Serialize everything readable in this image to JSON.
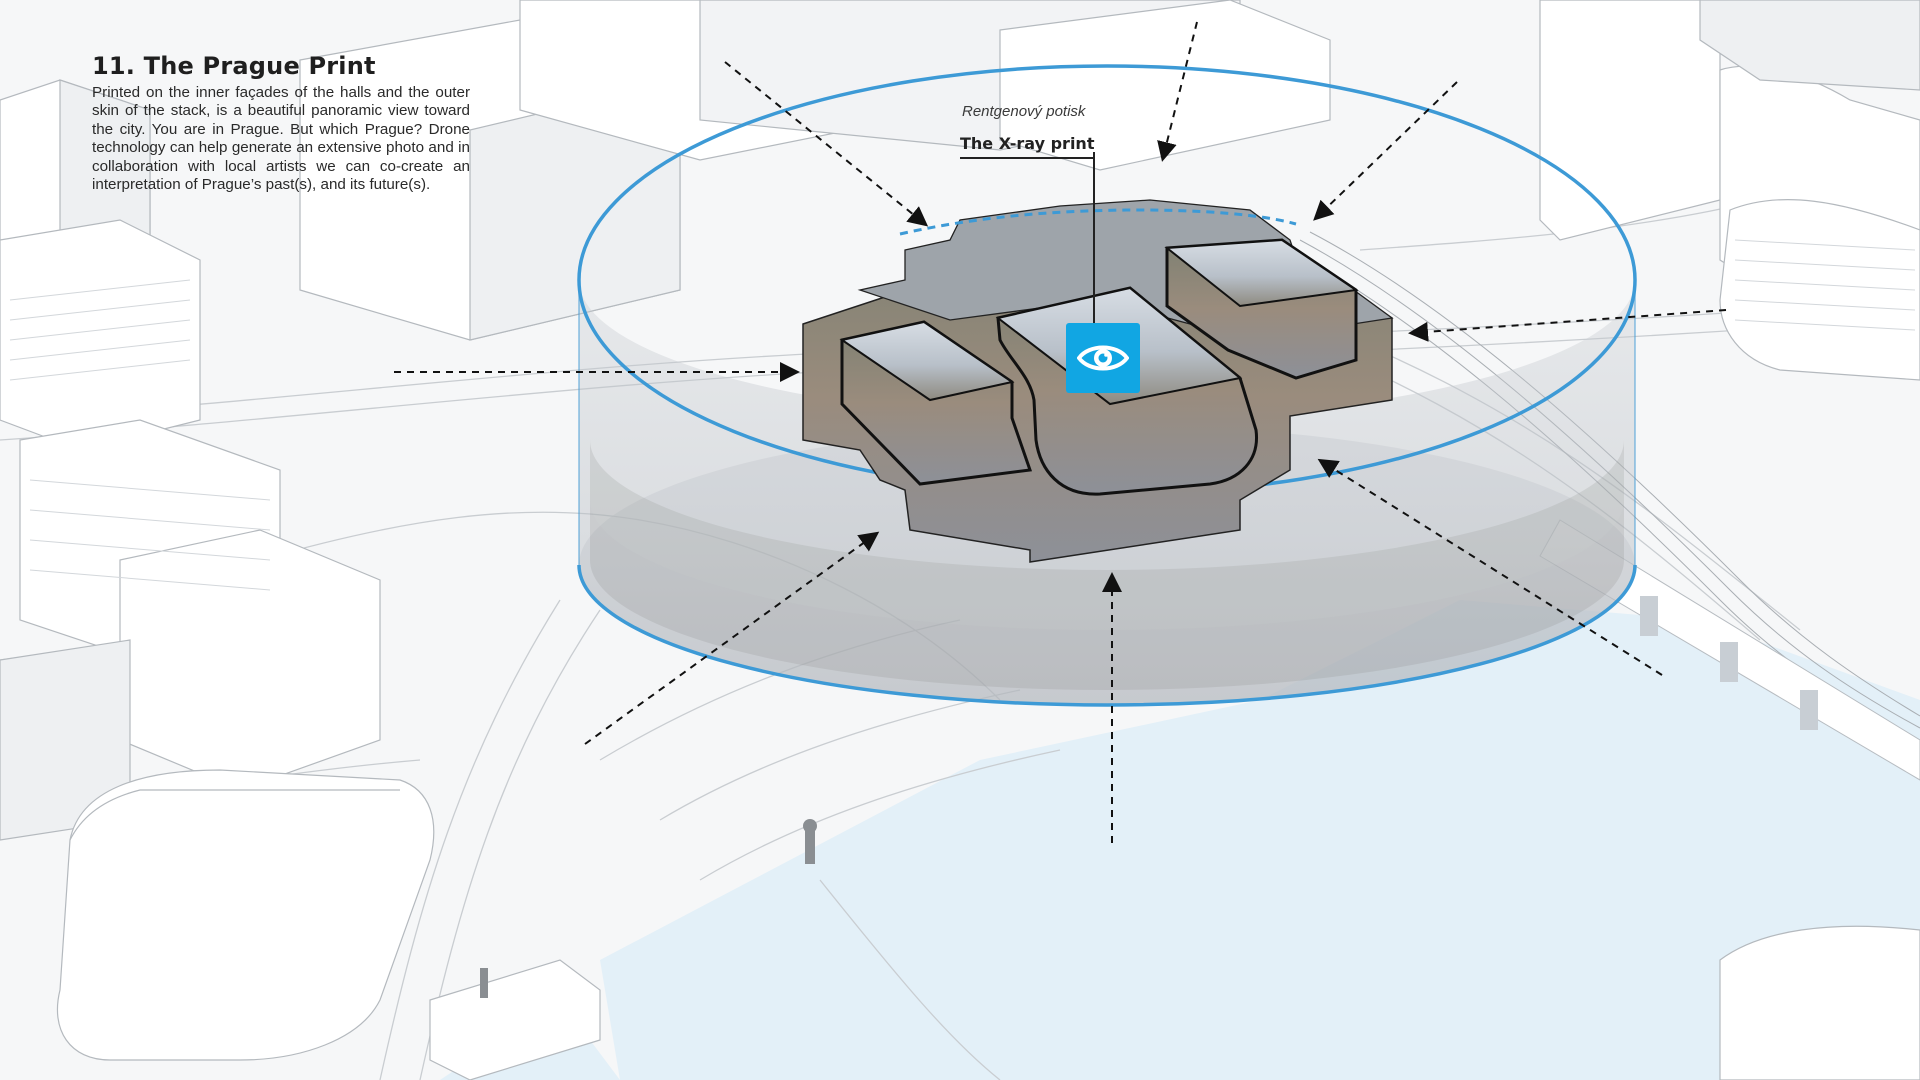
{
  "header": {
    "title": "11. The Prague Print",
    "description": "Printed on the inner façades of the halls and the outer skin of the stack, is a beautiful panoramic view toward the city. You are in Prague. But which Prague? Drone technology can help generate an extensive photo and in collaboration with local artists we can co-create an interpretation of Prague’s past(s), and its future(s)."
  },
  "callout": {
    "subtitle": "Rentgenový potisk",
    "label": "The X-ray print"
  },
  "icons": {
    "badge": "eye-icon"
  },
  "colors": {
    "accent": "#11a6e3",
    "ring": "#3d9ad6",
    "water": "#e3f0f8",
    "buildings": "#ffffff",
    "background": "#f6f7f8"
  }
}
